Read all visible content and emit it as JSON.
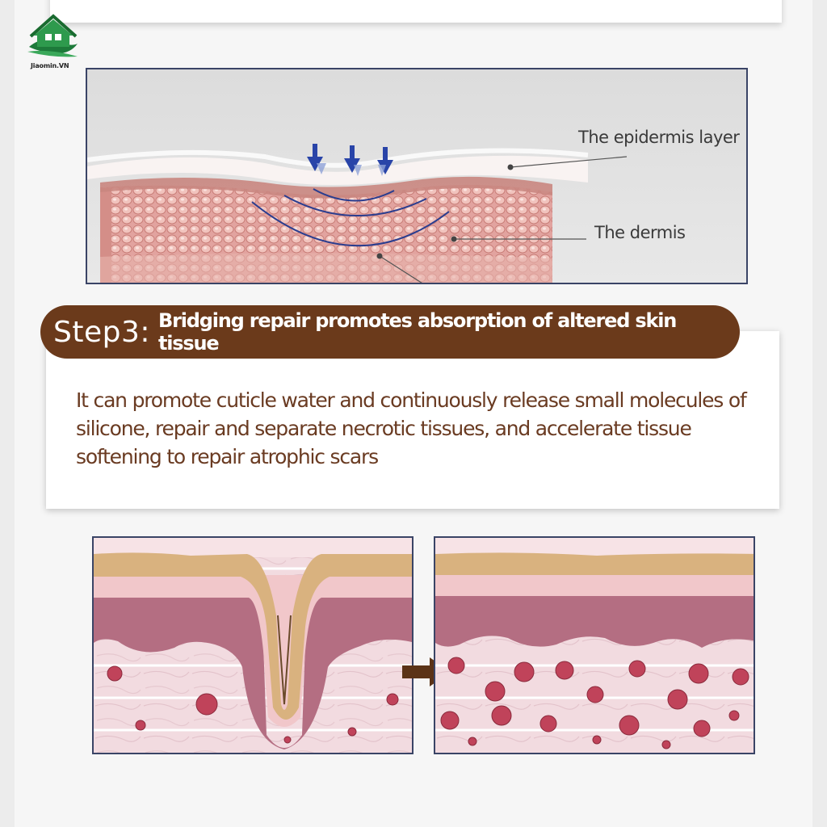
{
  "brand": {
    "logo_text": "Jiaomin.VN",
    "icon": "house-leaf-logo"
  },
  "skin_diagram": {
    "label_epidermis": "The epidermis layer",
    "label_dermis": "The dermis",
    "arrows_icon": "down-arrow-icon"
  },
  "step": {
    "number": "Step3:",
    "title": "Bridging repair promotes absorption of altered skin tissue",
    "description_lines": [
      "It can promote cuticle water and continuously release small molecules of",
      "silicone, repair and separate necrotic tissues, and accelerate tissue",
      "softening to repair atrophic scars"
    ]
  },
  "comparison": {
    "arrow_icon": "right-arrow-icon"
  },
  "colors": {
    "banner": "#6b3a1b",
    "desc_text": "#6a3b22",
    "panel_border": "#3a4466"
  }
}
